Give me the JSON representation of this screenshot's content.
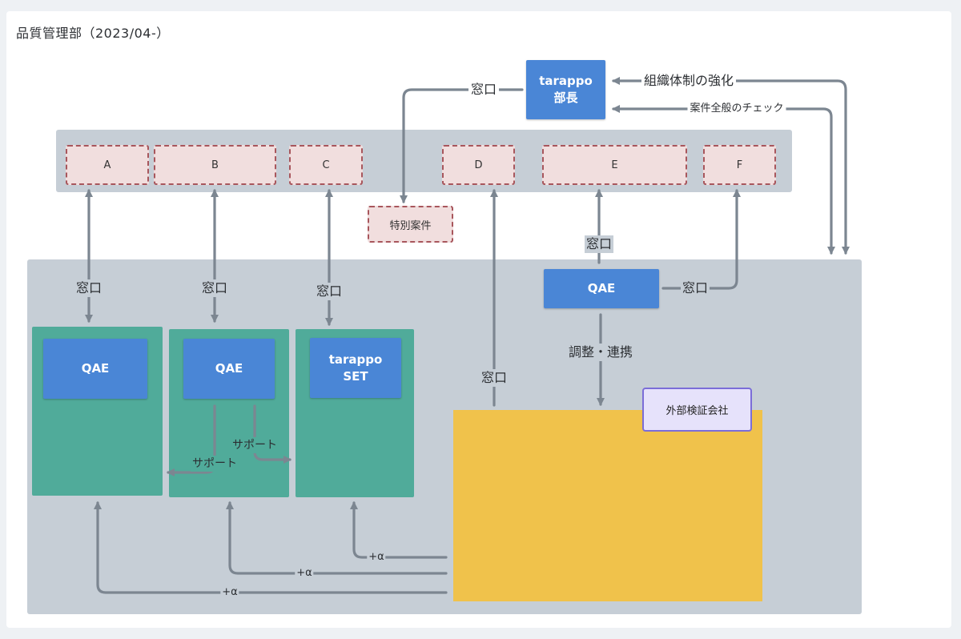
{
  "title": "品質管理部（2023/04-）",
  "head": {
    "line1": "tarappo",
    "line2": "部長"
  },
  "groups": {
    "A": "A",
    "B": "B",
    "C": "C",
    "D": "D",
    "E": "E",
    "F": "F"
  },
  "special": "特別案件",
  "qae": "QAE",
  "set_box": {
    "line1": "tarappo",
    "line2": "SET"
  },
  "external": "外部検証会社",
  "labels": {
    "madoguchi": "窓口",
    "strengthen": "組織体制の強化",
    "check": "案件全般のチェック",
    "coordinate": "調整・連携",
    "support": "サポート",
    "plus_alpha": "+α"
  },
  "colors": {
    "panel": "#c6ced6",
    "group_fill": "#f1dede",
    "group_border": "#a8565c",
    "blue_box": "#4a86d6",
    "green_box": "#50ab9a",
    "yellow_box": "#f0c24b",
    "purple_box": "#e6e2fb",
    "arrow": "#7c8691"
  }
}
